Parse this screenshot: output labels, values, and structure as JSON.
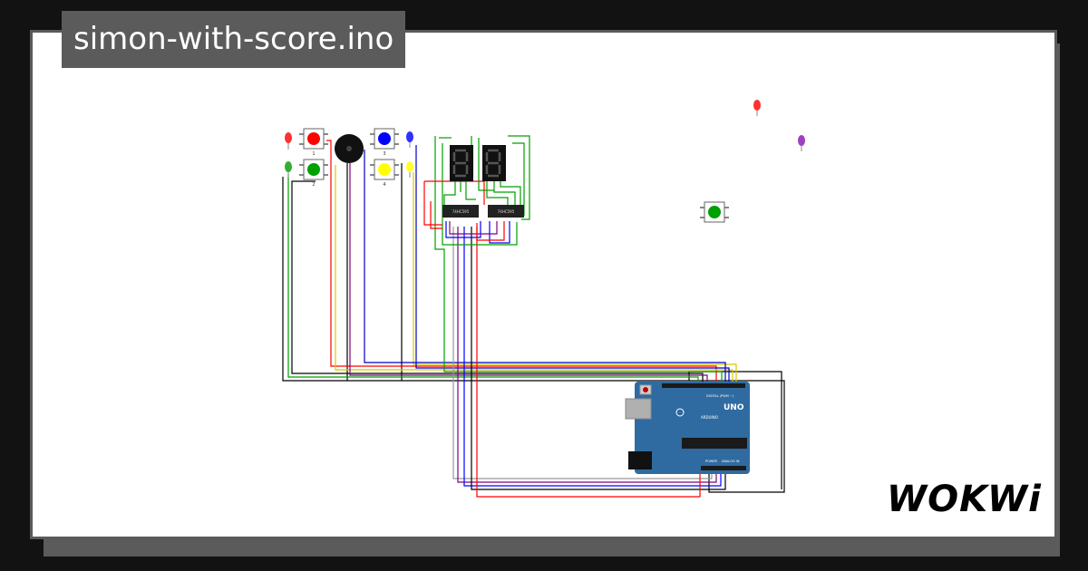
{
  "project": {
    "title": "simon-with-score.ino"
  },
  "brand": {
    "name": "WOKWi"
  },
  "board": {
    "name": "Arduino UNO",
    "label_uno": "UNO",
    "label_arduino": "ARDUINO",
    "label_digital": "DIGITAL (PWM ~)",
    "label_power": "POWER",
    "label_analog": "ANALOG IN"
  },
  "buttons": [
    {
      "color": "#ff0000",
      "label": "1"
    },
    {
      "color": "#00a000",
      "label": "2"
    },
    {
      "color": "#0000ff",
      "label": "3"
    },
    {
      "color": "#ffff00",
      "label": "4"
    }
  ],
  "leds": [
    {
      "color": "#ff3030"
    },
    {
      "color": "#30b030"
    },
    {
      "color": "#3030ff"
    },
    {
      "color": "#ffff30"
    },
    {
      "color": "#ff3030"
    },
    {
      "color": "#a040c0"
    }
  ],
  "shift_registers": [
    {
      "label": "74HC595"
    },
    {
      "label": "74HC595"
    }
  ],
  "extra_button": {
    "color": "#00a000"
  }
}
